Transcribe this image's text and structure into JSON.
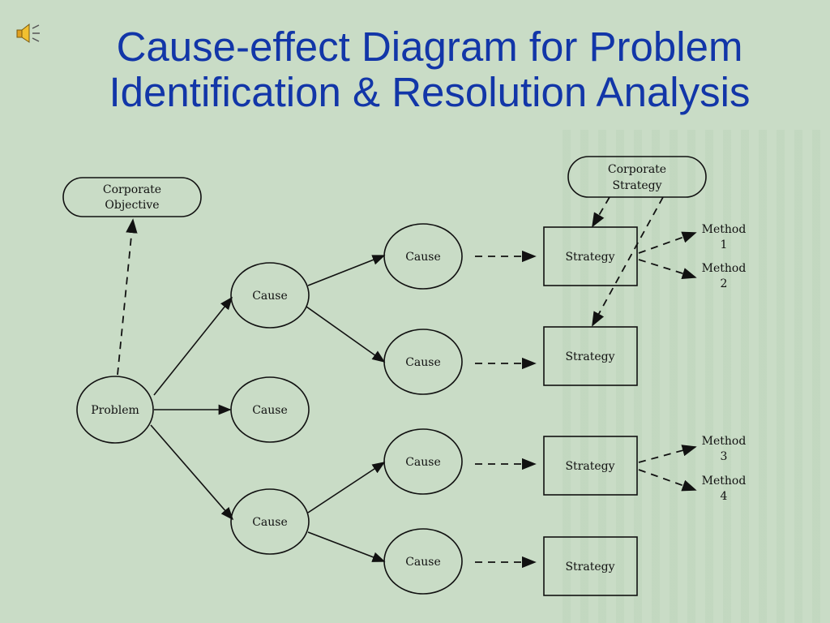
{
  "slide": {
    "title_line1": "Cause-effect Diagram for Problem",
    "title_line2": "Identification & Resolution Analysis"
  },
  "diagram": {
    "corporate_objective": [
      "Corporate",
      "Objective"
    ],
    "corporate_strategy": [
      "Corporate",
      "Strategy"
    ],
    "problem": "Problem",
    "cause": "Cause",
    "strategy": "Strategy",
    "methods": [
      [
        "Method",
        "1"
      ],
      [
        "Method",
        "2"
      ],
      [
        "Method",
        "3"
      ],
      [
        "Method",
        "4"
      ]
    ]
  },
  "icons": {
    "audio": "speaker-icon"
  }
}
